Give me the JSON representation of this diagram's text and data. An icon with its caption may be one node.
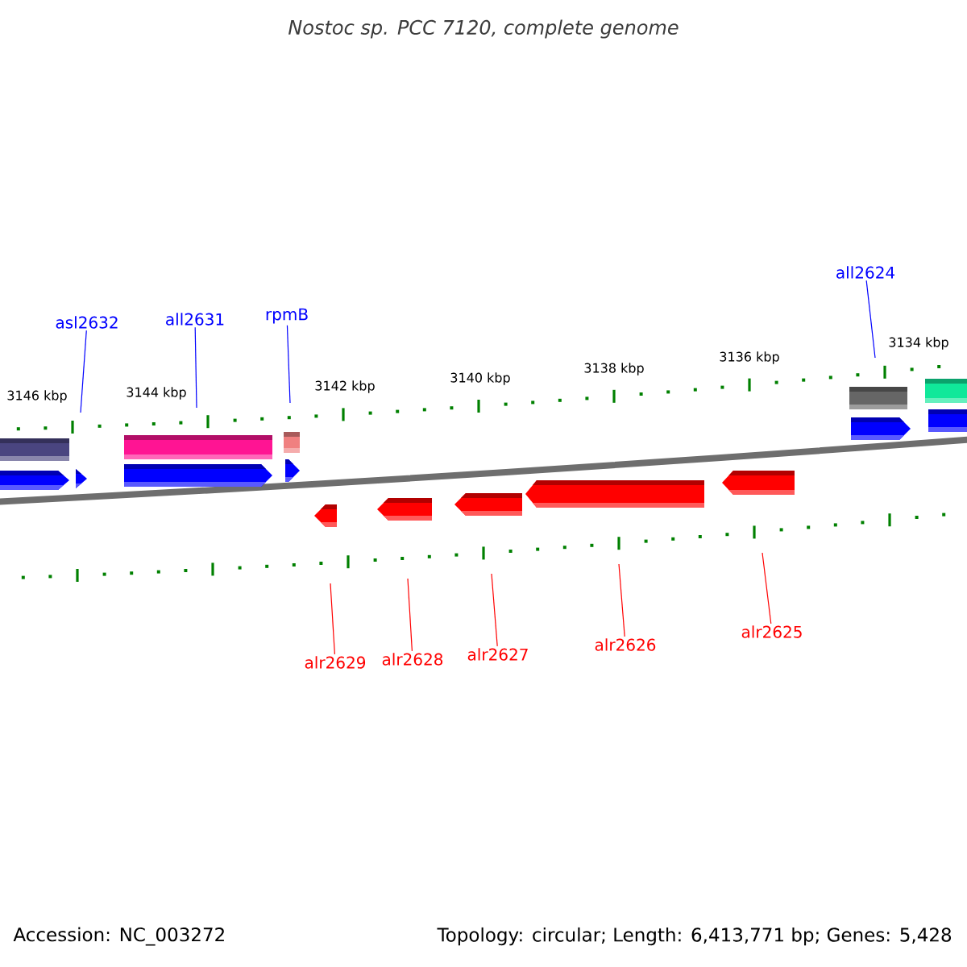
{
  "diagram": {
    "title": "Nostoc sp. PCC 7120, complete genome",
    "nodes": [
      {
        "text": [
          "asl2632"
        ]
      },
      {
        "text": [
          "all2631"
        ]
      },
      {
        "text": [
          "rpmB"
        ]
      },
      {
        "text": [
          "all2624"
        ]
      },
      {
        "text": [
          "alr2629"
        ]
      },
      {
        "text": [
          "alr2628"
        ]
      },
      {
        "text": [
          "alr2627"
        ]
      },
      {
        "text": [
          "alr2626"
        ]
      },
      {
        "text": [
          "alr2625"
        ]
      }
    ],
    "edges": [
      {
        "from": 0,
        "to": null,
        "arrow": "none",
        "color": "#0000ff"
      },
      {
        "from": 1,
        "to": null,
        "arrow": "none",
        "color": "#0000ff"
      },
      {
        "from": 2,
        "to": null,
        "arrow": "none",
        "color": "#0000ff"
      },
      {
        "from": 3,
        "to": null,
        "arrow": "none",
        "color": "#0000ff"
      },
      {
        "from": 4,
        "to": null,
        "arrow": "none",
        "color": "#ff0000"
      },
      {
        "from": 5,
        "to": null,
        "arrow": "none",
        "color": "#ff0000"
      },
      {
        "from": 6,
        "to": null,
        "arrow": "none",
        "color": "#ff0000"
      },
      {
        "from": 7,
        "to": null,
        "arrow": "none",
        "color": "#ff0000"
      },
      {
        "from": 8,
        "to": null,
        "arrow": "none",
        "color": "#ff0000"
      }
    ],
    "labels": [
      "3146 kbp",
      "3144 kbp",
      "3142 kbp",
      "3140 kbp",
      "3138 kbp",
      "3136 kbp",
      "3134 kbp",
      "Accession: NC_003272",
      "Topology: circular; Length: 6,413,771 bp; Genes: 5,428"
    ]
  }
}
